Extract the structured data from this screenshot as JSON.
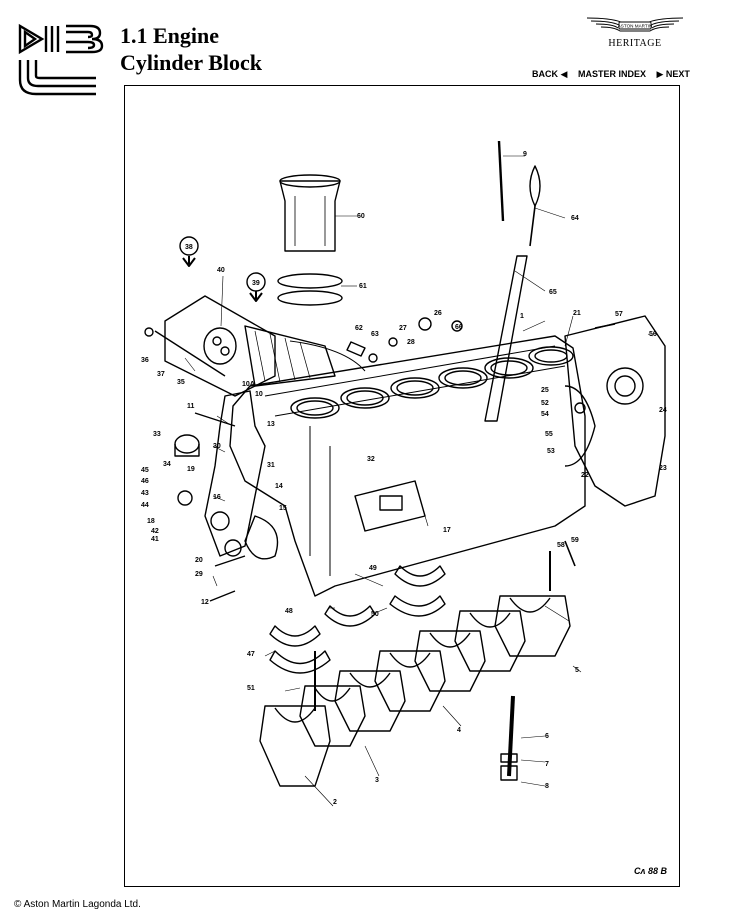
{
  "header": {
    "title_line1": "1.1 Engine",
    "title_line2": "Cylinder Block"
  },
  "brand": {
    "logo_text": "ASTON MARTIN",
    "subtitle": "HERITAGE"
  },
  "nav": {
    "back": "BACK",
    "master_index": "MASTER INDEX",
    "next": "NEXT"
  },
  "diagram": {
    "drawing_code": "88 B",
    "labels": [
      "1",
      "2",
      "3",
      "4",
      "5",
      "6",
      "7",
      "8",
      "9",
      "10",
      "10A",
      "11",
      "12",
      "13",
      "14",
      "15",
      "16",
      "17",
      "18",
      "19",
      "20",
      "21",
      "22",
      "23",
      "24",
      "25",
      "26",
      "27",
      "28",
      "29",
      "30",
      "31",
      "32",
      "33",
      "34",
      "35",
      "36",
      "37",
      "38",
      "39",
      "40",
      "41",
      "42",
      "43",
      "44",
      "45",
      "46",
      "47",
      "48",
      "49",
      "50",
      "51",
      "52",
      "53",
      "54",
      "55",
      "56",
      "57",
      "58",
      "59",
      "60",
      "61",
      "62",
      "63",
      "64",
      "65",
      "66"
    ]
  },
  "footer": {
    "copyright": "© Aston Martin Lagonda Ltd."
  },
  "colors": {
    "ink": "#000000",
    "paper": "#ffffff"
  }
}
